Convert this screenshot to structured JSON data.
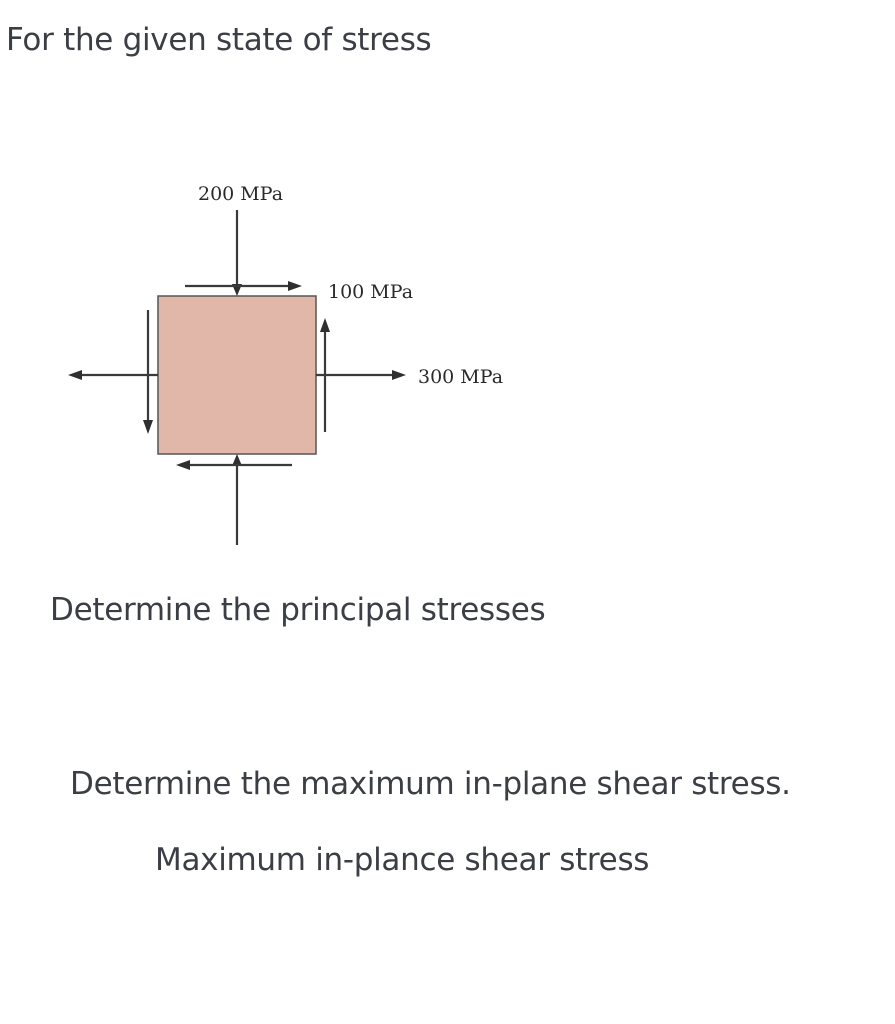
{
  "intro": "For the given state of stress",
  "diagram": {
    "normal_y_label": "200 MPa",
    "shear_label": "100 MPa",
    "normal_x_label": "300 MPa",
    "element_fill": "#e0b7a8",
    "element_stroke": "#555555"
  },
  "questions": {
    "principal": "Determine the principal stresses",
    "max_shear": "Determine the maximum in-plane shear stress.",
    "max_shear_answer_label": "Maximum in-plance shear stress"
  }
}
